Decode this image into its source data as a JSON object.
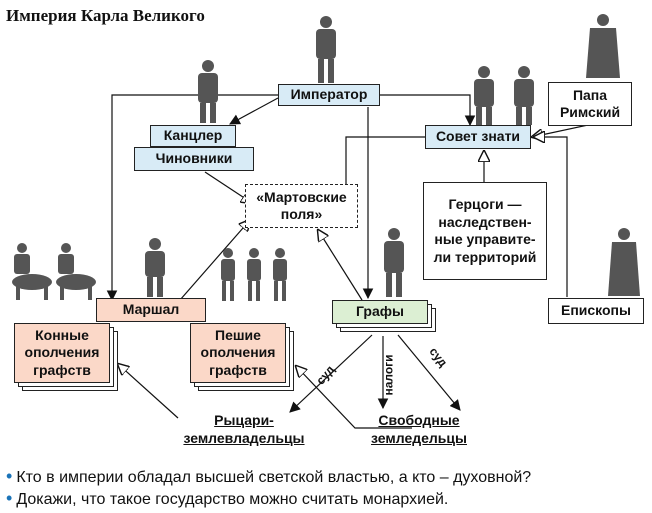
{
  "title": "Империя Карла Великого",
  "nodes": {
    "emperor": "Император",
    "chancellor": "Канцлер",
    "officials": "Чиновники",
    "council": "Совет знати",
    "pope_line1": "Папа",
    "pope_line2": "Римский",
    "march_fields_line1": "«Мартовские",
    "march_fields_line2": "поля»",
    "dukes_line1": "Герцоги —",
    "dukes_line2": "наследствен-",
    "dukes_line3": "ные управите-",
    "dukes_line4": "ли территорий",
    "marshal": "Маршал",
    "cavalry_line1": "Конные",
    "cavalry_line2": "ополчения",
    "cavalry_line3": "графств",
    "infantry_line1": "Пешие",
    "infantry_line2": "ополчения",
    "infantry_line3": "графств",
    "counts": "Графы",
    "bishops": "Епископы",
    "knights_line1": "Рыцари-",
    "knights_line2": "землевладельцы",
    "farmers_line1": "Свободные",
    "farmers_line2": "земледельцы"
  },
  "edge_labels": {
    "court_left": "суд",
    "taxes": "налоги",
    "court_right": "суд"
  },
  "questions": [
    "Кто в империи обладал высшей светской властью, а кто – духовной?",
    "Докажи, что такое государство можно считать монархией."
  ],
  "colors": {
    "blue_box": "#d8ebf6",
    "salmon_box": "#fbd8c8",
    "green_box": "#dcefd3",
    "bullet": "#1a73b8"
  }
}
